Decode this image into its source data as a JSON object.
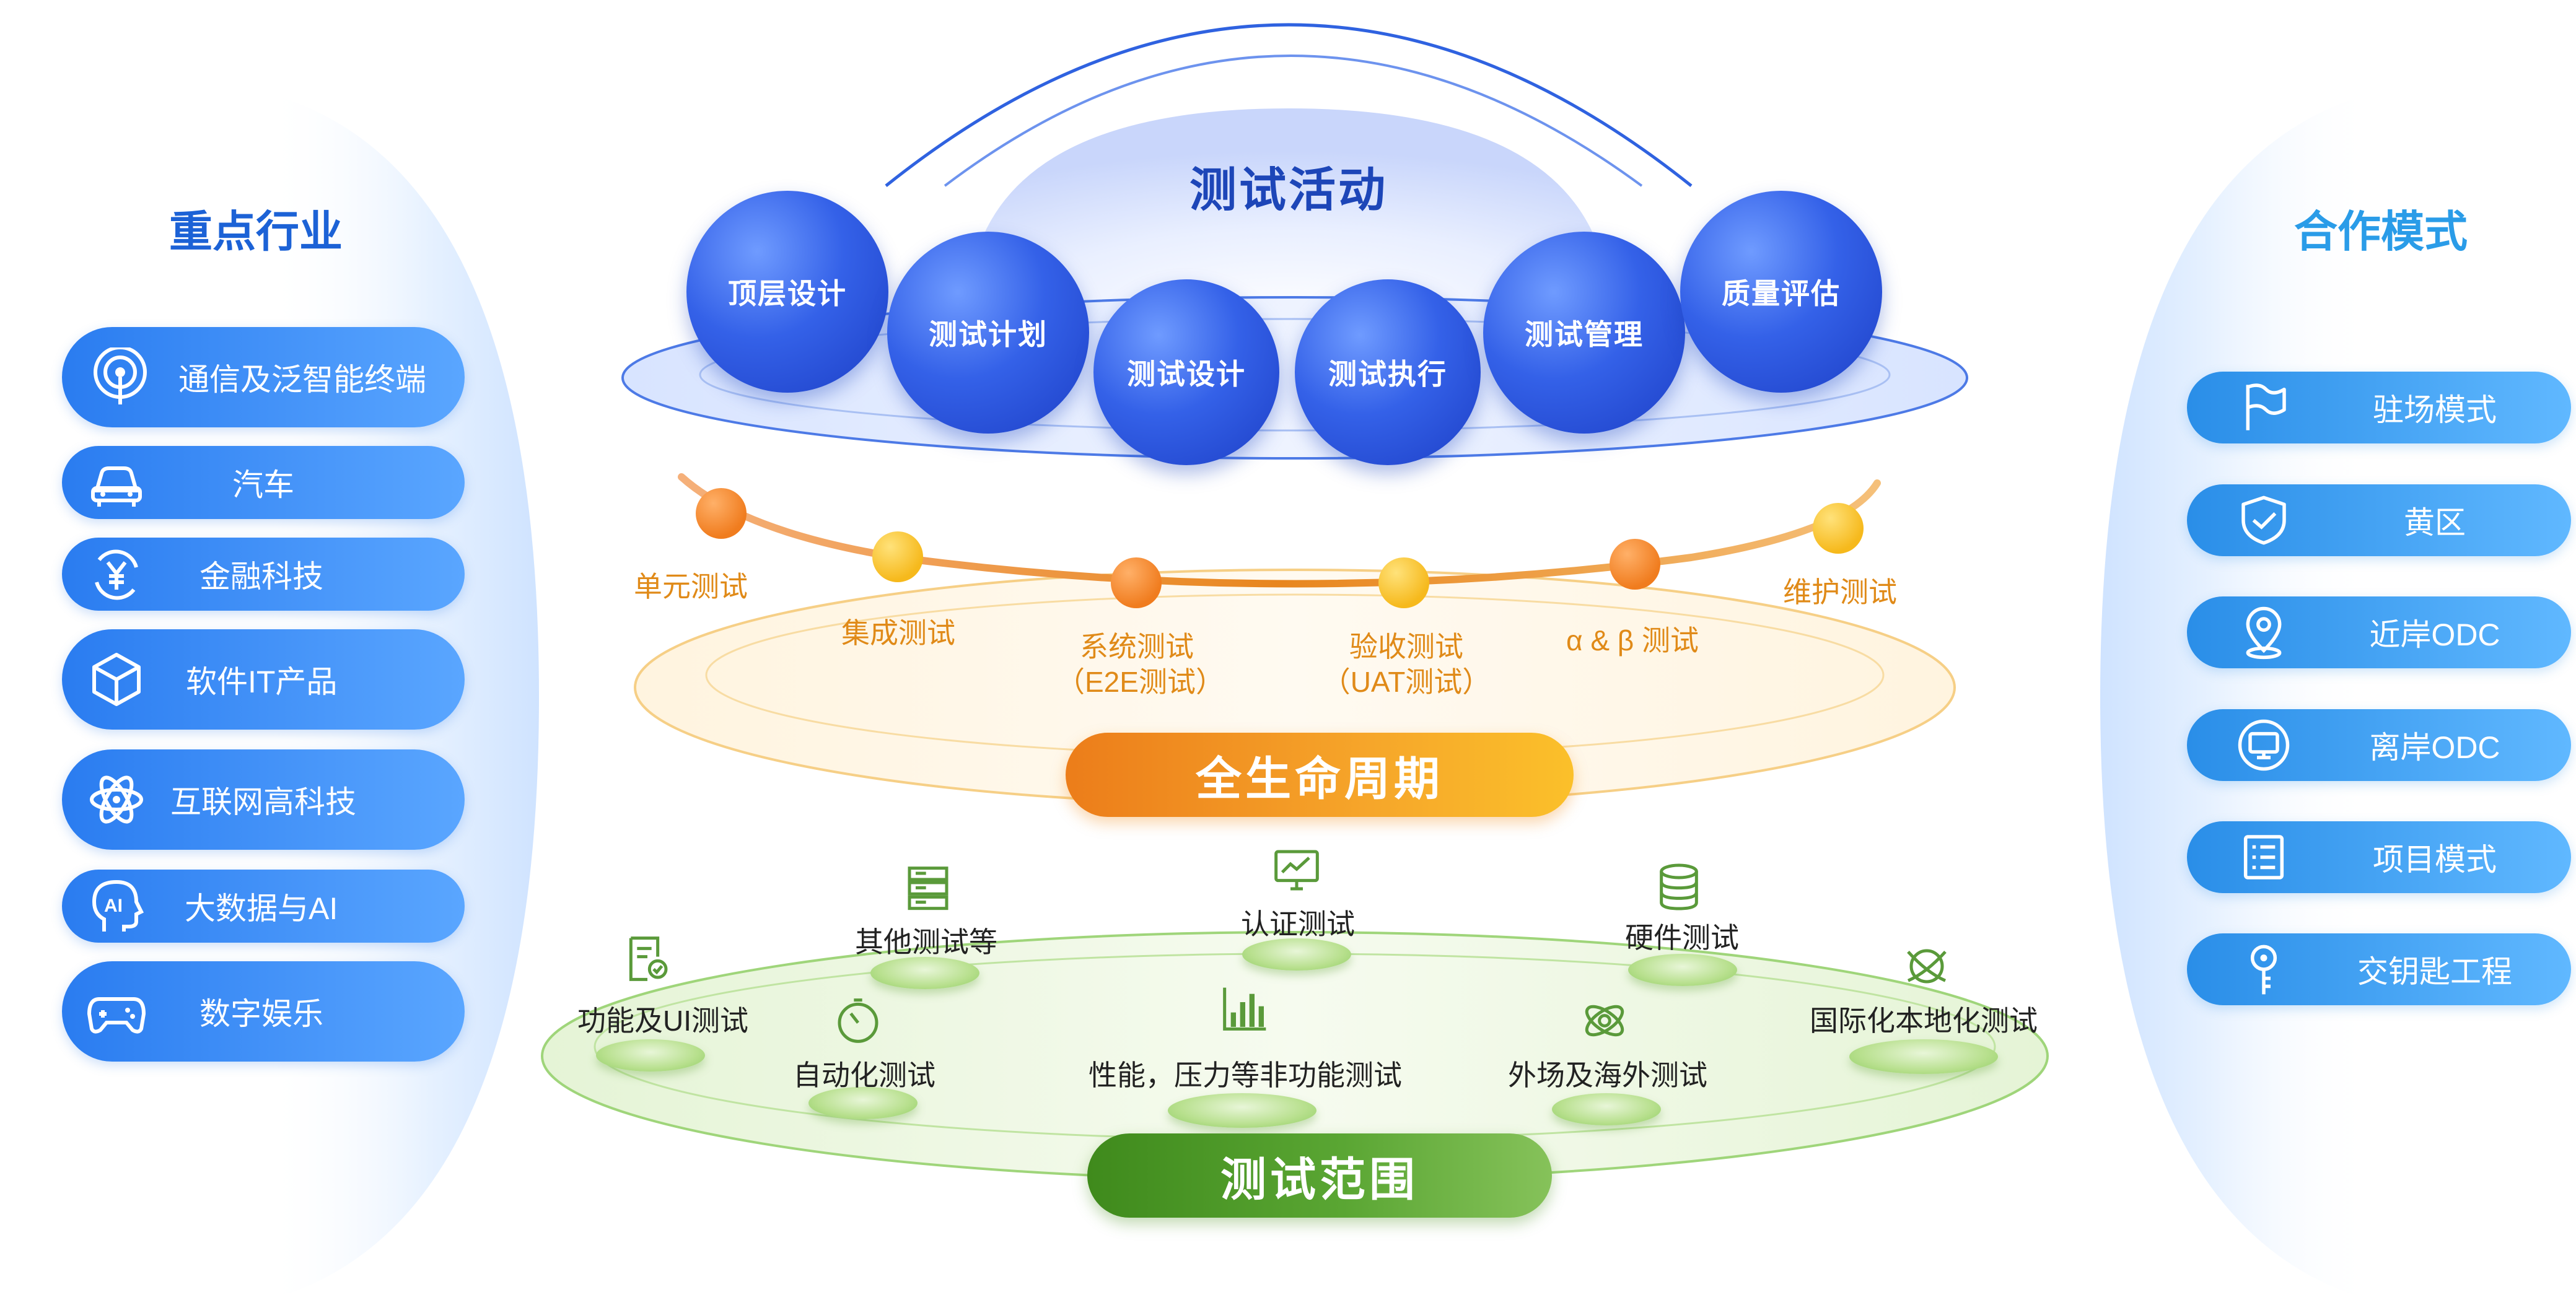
{
  "left": {
    "title": "重点行业",
    "items": [
      {
        "label": "通信及泛智能终端",
        "icon": "signal-tower-icon"
      },
      {
        "label": "汽车",
        "icon": "car-icon"
      },
      {
        "label": "金融科技",
        "icon": "yuan-exchange-icon"
      },
      {
        "label": "软件IT产品",
        "icon": "cube-icon"
      },
      {
        "label": "互联网高科技",
        "icon": "atom-icon"
      },
      {
        "label": "大数据与AI",
        "icon": "ai-head-icon"
      },
      {
        "label": "数字娱乐",
        "icon": "gamepad-icon"
      }
    ]
  },
  "right": {
    "title": "合作模式",
    "items": [
      {
        "label": "驻场模式",
        "icon": "flag-icon"
      },
      {
        "label": "黄区",
        "icon": "shield-check-icon"
      },
      {
        "label": "近岸ODC",
        "icon": "location-pin-icon"
      },
      {
        "label": "离岸ODC",
        "icon": "monitor-icon"
      },
      {
        "label": "项目模式",
        "icon": "list-icon"
      },
      {
        "label": "交钥匙工程",
        "icon": "key-icon"
      }
    ]
  },
  "activities": {
    "title": "测试活动",
    "items": [
      "顶层设计",
      "测试计划",
      "测试设计",
      "测试执行",
      "测试管理",
      "质量评估"
    ]
  },
  "lifecycle": {
    "banner": "全生命周期",
    "stages": [
      {
        "label": "单元测试",
        "color": "orange"
      },
      {
        "label": "集成测试",
        "color": "yellow"
      },
      {
        "label": "系统测试",
        "sub": "（E2E测试）",
        "color": "orange"
      },
      {
        "label": "验收测试",
        "sub": "（UAT测试）",
        "color": "yellow"
      },
      {
        "label": "α & β 测试",
        "color": "orange"
      },
      {
        "label": "维护测试",
        "color": "yellow"
      }
    ]
  },
  "scope": {
    "banner": "测试范围",
    "items": [
      {
        "label": "功能及UI测试",
        "icon": "document-check-icon"
      },
      {
        "label": "其他测试等",
        "icon": "server-stack-icon"
      },
      {
        "label": "自动化测试",
        "icon": "timer-icon"
      },
      {
        "label": "认证测试",
        "icon": "chart-monitor-icon"
      },
      {
        "label": "性能，压力等非功能测试",
        "icon": "bar-chart-icon"
      },
      {
        "label": "硬件测试",
        "icon": "database-icon"
      },
      {
        "label": "外场及海外测试",
        "icon": "orbit-icon"
      },
      {
        "label": "国际化本地化测试",
        "icon": "globe-link-icon"
      }
    ]
  },
  "colors": {
    "blue_title": "#1c62d6",
    "lifecycle_orange": "#f08a1c",
    "scope_green": "#4a9a2a",
    "sphere_blue": "#2f58e0"
  }
}
